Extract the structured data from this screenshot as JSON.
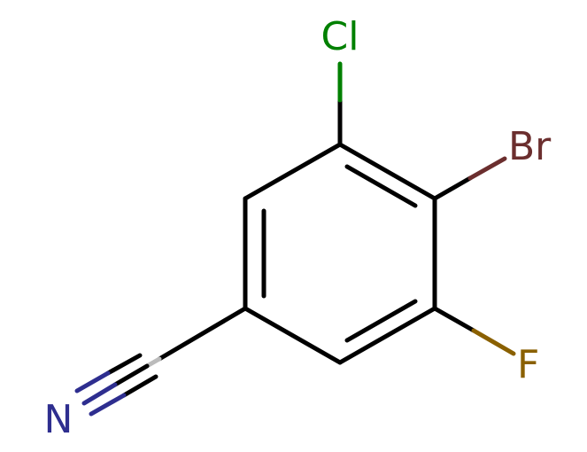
{
  "molecule": {
    "atoms": [
      {
        "id": "cl",
        "symbol": "Cl",
        "color": "#008000"
      },
      {
        "id": "br",
        "symbol": "Br",
        "color": "#6b2e2e"
      },
      {
        "id": "f",
        "symbol": "F",
        "color": "#8a6000"
      },
      {
        "id": "n",
        "symbol": "N",
        "color": "#2e2e8f"
      }
    ],
    "colors": {
      "bond": "#000000",
      "nitrile_carbon": "#bbbbbb"
    }
  }
}
